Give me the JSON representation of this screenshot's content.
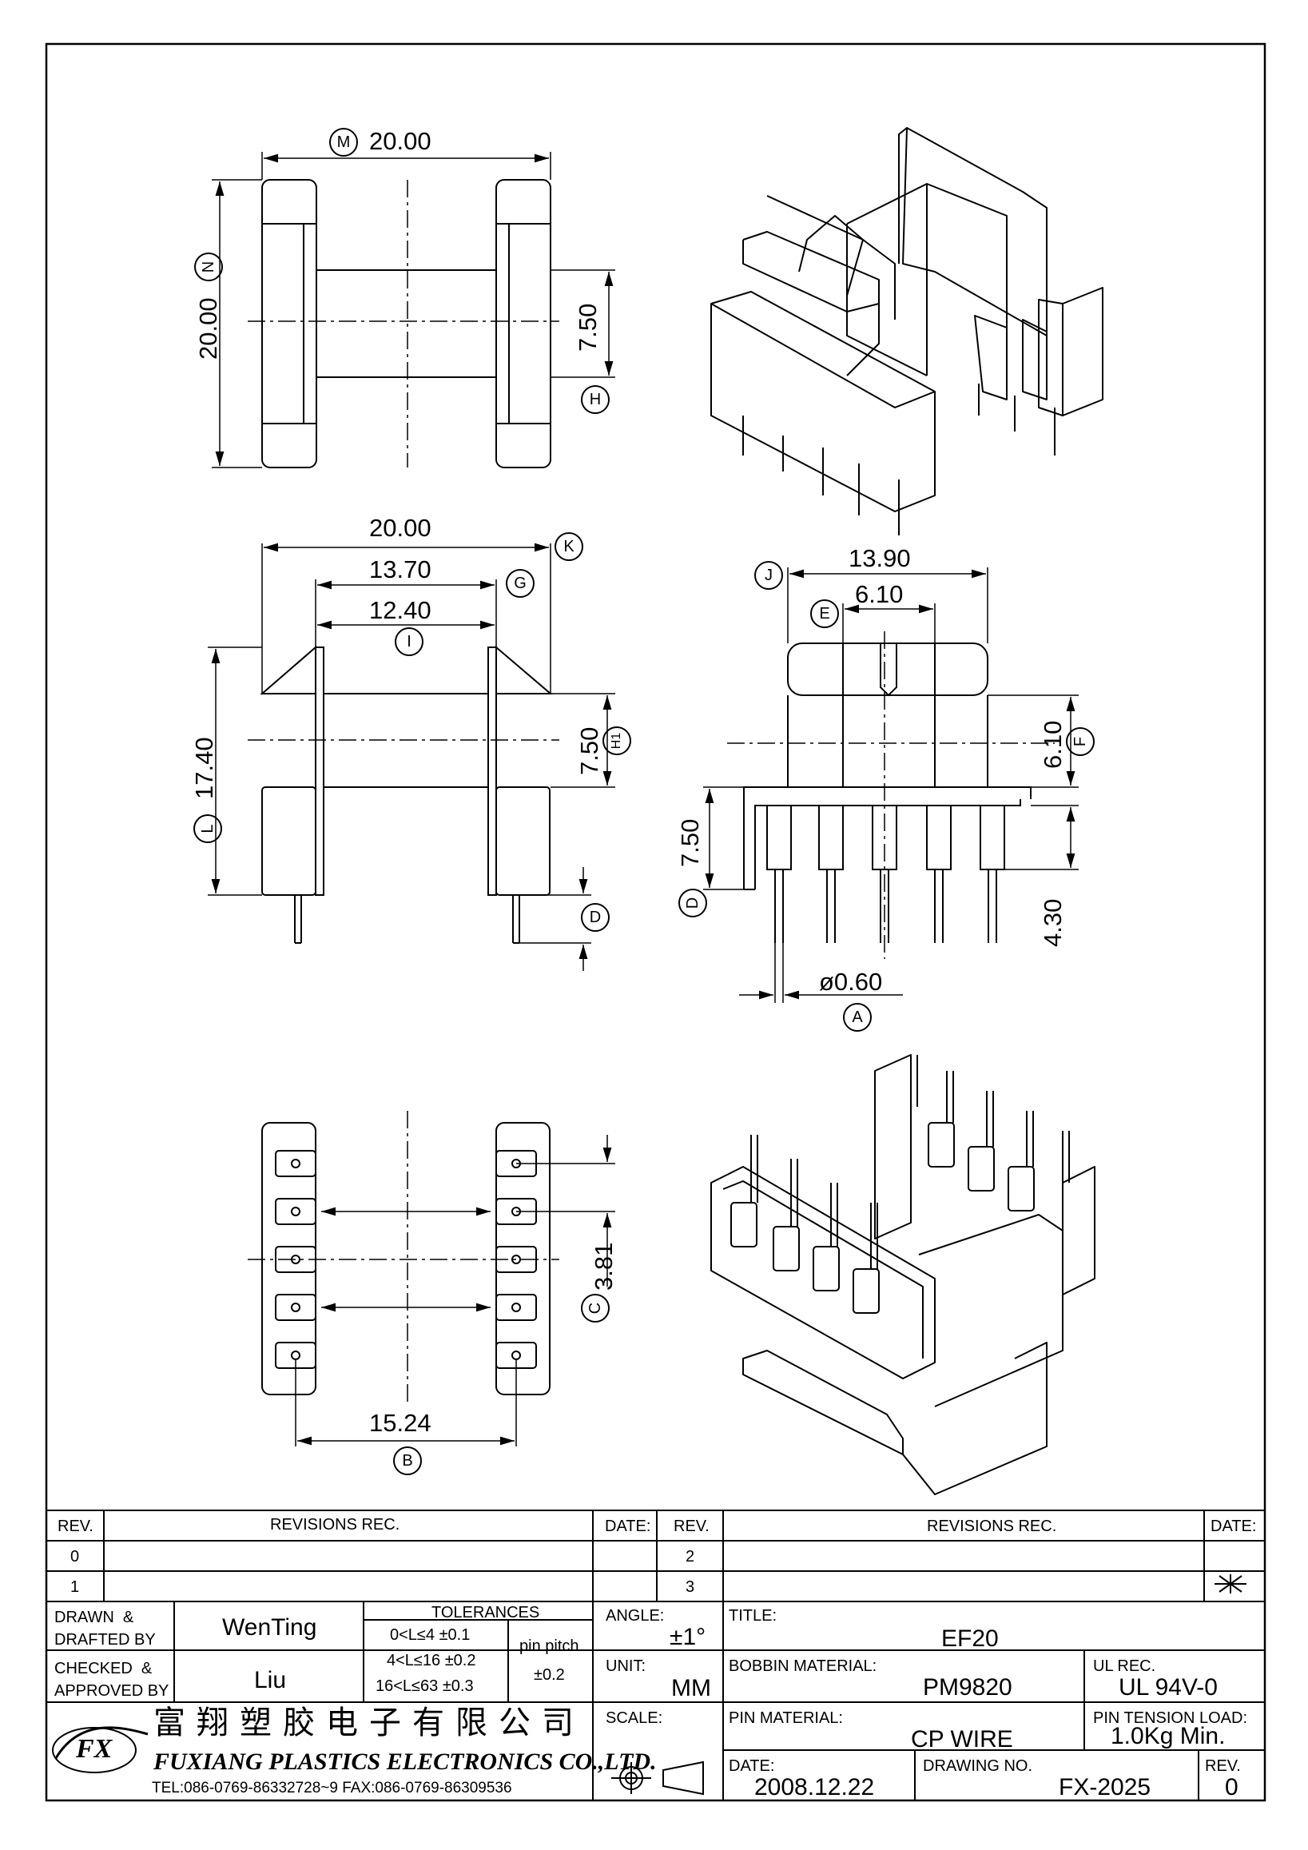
{
  "dimensions": {
    "m_width": "20.00",
    "n_height": "20.00",
    "h_gap": "7.50",
    "k_width": "20.00",
    "g_width": "13.70",
    "i_width": "12.40",
    "l_height": "17.40",
    "h1_gap": "7.50",
    "j_width": "13.90",
    "e_width": "6.10",
    "f_height": "6.10",
    "left_height": "7.50",
    "pin_length": "4.30",
    "pin_dia": "ø0.60",
    "c_pitch": "3.81",
    "b_span": "15.24"
  },
  "markers": {
    "M": "M",
    "N": "N",
    "H": "H",
    "K": "K",
    "G": "G",
    "I": "I",
    "L": "L",
    "H1": "H1",
    "D": "D",
    "J": "J",
    "E": "E",
    "F": "F",
    "D2": "D",
    "A": "A",
    "C": "C",
    "B": "B"
  },
  "title_block": {
    "rev_header": "REV.",
    "revisions_header": "REVISIONS   REC.",
    "date_header": "DATE:",
    "rev_rows_left": [
      "0",
      "1"
    ],
    "rev_rows_right": [
      "2",
      "3"
    ],
    "drawn_label": "DRAWN  &\nDRAFTED BY",
    "drawn_value": "WenTing",
    "checked_label": "CHECKED  &\nAPPROVED BY",
    "checked_value": "Liu",
    "tolerances_label": "TOLERANCES",
    "tol_rows": [
      "0<L≤4    ±0.1",
      "4<L≤16  ±0.2",
      "16<L≤63  ±0.3"
    ],
    "pin_pitch_label": "pin pitch",
    "pin_pitch_value": "±0.2",
    "angle_label": "ANGLE:",
    "angle_value": "±1°",
    "unit_label": "UNIT:",
    "unit_value": "MM",
    "scale_label": "SCALE:",
    "title_label": "TITLE:",
    "title_value": "EF20",
    "bobbin_label": "BOBBIN  MATERIAL:",
    "bobbin_value": "PM9820",
    "ul_label": "UL REC.",
    "ul_value": "UL  94V-0",
    "pin_mat_label": "PIN  MATERIAL:",
    "pin_mat_value": "CP  WIRE",
    "tension_label": "PIN  TENSION  LOAD:",
    "tension_value": "1.0Kg  Min.",
    "date_label": "DATE:",
    "date_value": "2008.12.22",
    "drawing_label": "DRAWING  NO.",
    "drawing_value": "FX-2025",
    "rev_label": "REV.",
    "rev_value": "0",
    "company_cn": "富翔塑胶电子有限公司",
    "company_en": "FUXIANG  PLASTICS  ELECTRONICS  CO.,LTD.",
    "company_tel": "TEL:086-0769-86332728~9   FAX:086-0769-86309536",
    "logo_text": "FX"
  }
}
